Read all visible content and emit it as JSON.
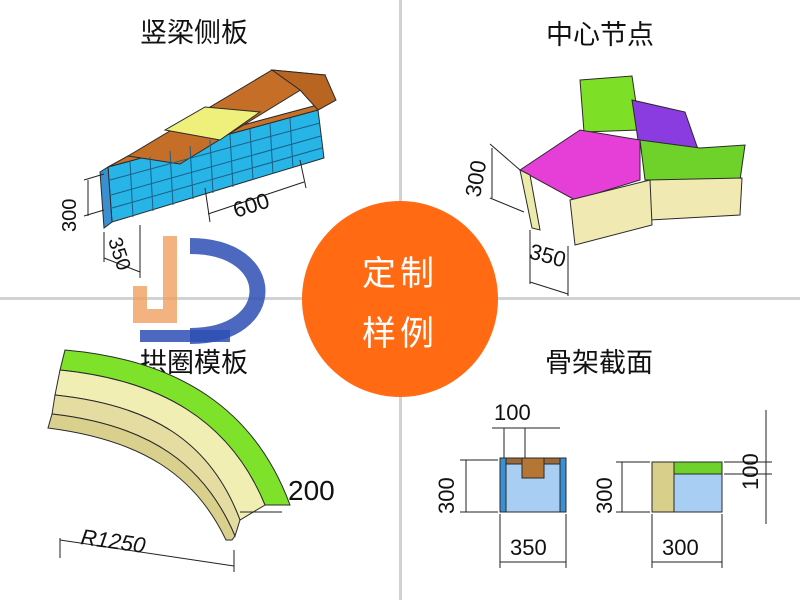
{
  "panels": {
    "top_left": {
      "title": "竖梁侧板",
      "dims": [
        "300",
        "600",
        "350"
      ]
    },
    "top_right": {
      "title": "中心节点",
      "dims": [
        "300",
        "350"
      ]
    },
    "bottom_left": {
      "title": "拱圈模板",
      "dims": [
        "200",
        "R1250"
      ]
    },
    "bottom_right": {
      "title": "骨架截面",
      "dims": [
        "100",
        "300",
        "350",
        "300",
        "300",
        "100"
      ]
    }
  },
  "center_badge": {
    "line1": "定制",
    "line2": "样例"
  },
  "colors": {
    "accent": "#ff6a13",
    "divider": "#cfd3d6"
  }
}
